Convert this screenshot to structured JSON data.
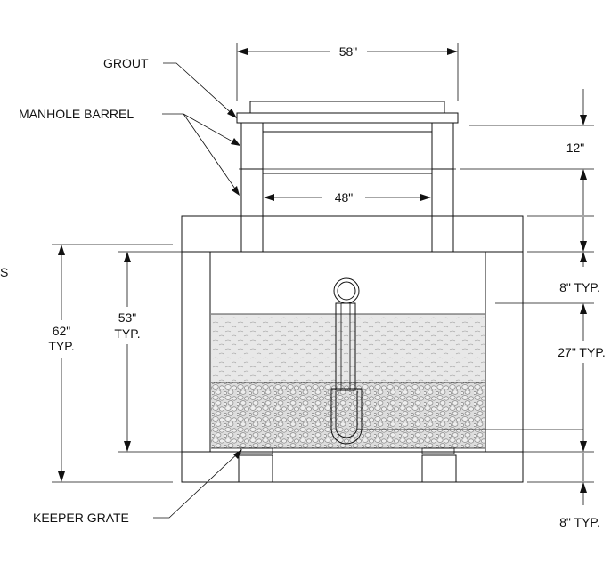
{
  "labels": {
    "grout": "GROUT",
    "manhole_barrel": "MANHOLE BARREL",
    "keeper_grate": "KEEPER GRATE",
    "edge_s": "S"
  },
  "dimensions": {
    "top_width": "58\"",
    "inner_width": "48\"",
    "barrel_height": "12\"",
    "top_slab": "8\" TYP.",
    "overall_height_1": "62\"",
    "overall_height_2": "TYP.",
    "interior_height_1": "53\"",
    "interior_height_2": "TYP.",
    "media_depth": "27\" TYP.",
    "base_slab": "8\" TYP."
  },
  "colors": {
    "line": "#111111",
    "concrete": "#ffffff",
    "media": "#e6e6e6",
    "gravel": "#d8d8d8"
  }
}
